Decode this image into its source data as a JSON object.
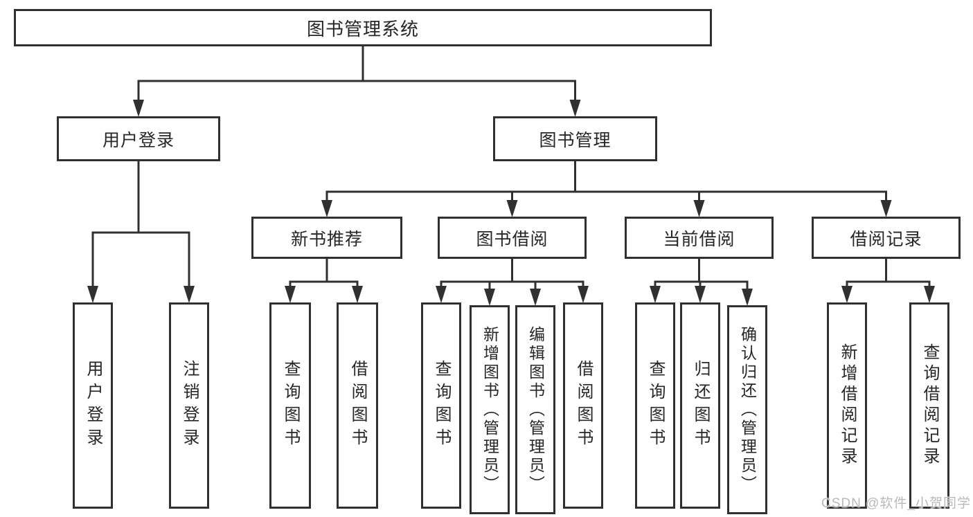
{
  "diagram": {
    "title": "图书管理系统"
  },
  "nodes": {
    "root": "图书管理系统",
    "user_login": "用户登录",
    "book_management": "图书管理",
    "new_book_recommend": "新书推荐",
    "book_borrowing": "图书借阅",
    "current_borrowing": "当前借阅",
    "borrowing_records": "借阅记录",
    "leaf_user_login": "用户登录",
    "leaf_logout_login": "注销登录",
    "leaf_query_books_1": "查询图书",
    "leaf_borrow_books_1": "借阅图书",
    "leaf_query_books_2": "查询图书",
    "leaf_add_books_admin": "新增图书（管理员）",
    "leaf_edit_books_admin": "编辑图书（管理员）",
    "leaf_borrow_books_2": "借阅图书",
    "leaf_query_books_3": "查询图书",
    "leaf_return_books": "归还图书",
    "leaf_confirm_return_admin": "确认归还（管理员）",
    "leaf_add_borrow_record": "新增借阅记录",
    "leaf_query_borrow_record": "查询借阅记录"
  },
  "tree": {
    "root": [
      "user_login",
      "book_management"
    ],
    "user_login": [
      "leaf_user_login",
      "leaf_logout_login"
    ],
    "book_management": [
      "new_book_recommend",
      "book_borrowing",
      "current_borrowing",
      "borrowing_records"
    ],
    "new_book_recommend": [
      "leaf_query_books_1",
      "leaf_borrow_books_1"
    ],
    "book_borrowing": [
      "leaf_query_books_2",
      "leaf_add_books_admin",
      "leaf_edit_books_admin",
      "leaf_borrow_books_2"
    ],
    "current_borrowing": [
      "leaf_query_books_3",
      "leaf_return_books",
      "leaf_confirm_return_admin"
    ],
    "borrowing_records": [
      "leaf_add_borrow_record",
      "leaf_query_borrow_record"
    ]
  },
  "watermark": {
    "text": "CSDN @软件_小贺同学"
  },
  "colors": {
    "line": "#303030",
    "text": "#262626",
    "background": "#ffffff",
    "watermark": "#b9b9b9"
  }
}
